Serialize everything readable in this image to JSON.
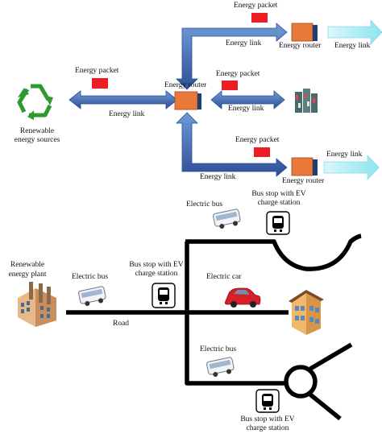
{
  "top_diagram": {
    "energy_packet_label": "Energy packet",
    "energy_link_label": "Energy link",
    "energy_router_label": "Energy router",
    "renewable_sources_label_line1": "Renewable",
    "renewable_sources_label_line2": "energy sources"
  },
  "bottom_diagram": {
    "plant_label_line1": "Renewable",
    "plant_label_line2": "energy plant",
    "electric_bus_label": "Electric bus",
    "bus_stop_line1": "Bus stop with EV",
    "bus_stop_line2": "charge station",
    "electric_car_label": "Electric car",
    "road_label": "Road"
  },
  "colors": {
    "link_arrow": "#3b5ba5",
    "link_arrow_light": "#6ea8d9",
    "ext_arrow": "#a8ecf4",
    "energy_packet": "#ee1c24",
    "router_orange": "#e8793a",
    "router_side": "#1e3f72",
    "recycle_green": "#2e9a2e",
    "road": "#000000",
    "car_red": "#d61f26"
  }
}
